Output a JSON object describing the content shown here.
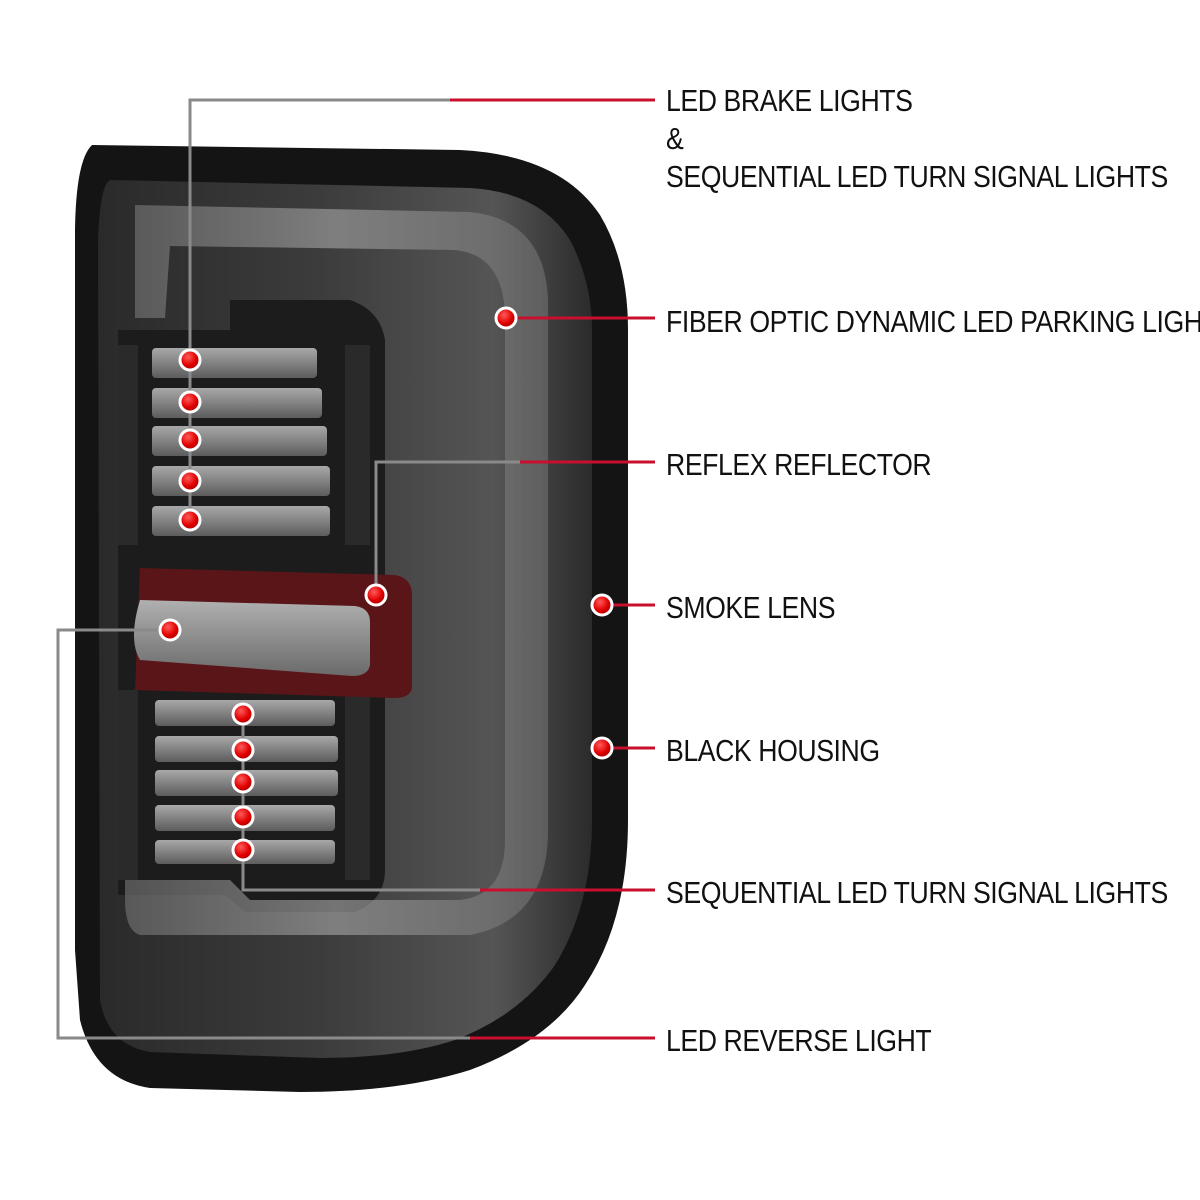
{
  "colors": {
    "leader_red": "#c8102e",
    "leader_grey": "#8a8a8a",
    "dot_red": "#e00000",
    "housing": "#141414",
    "lens_smoke": "#4a4a4a",
    "light_bar": "#8e8e8e",
    "reflector": "#5a1518"
  },
  "callouts": [
    {
      "id": "led-brake-lights",
      "lines": [
        "LED BRAKE LIGHTS",
        "&",
        "SEQUENTIAL LED TURN SIGNAL LIGHTS"
      ]
    },
    {
      "id": "fiber-optic-parking-light",
      "lines": [
        "FIBER OPTIC DYNAMIC LED PARKING LIGHT"
      ]
    },
    {
      "id": "reflex-reflector",
      "lines": [
        "REFLEX REFLECTOR"
      ]
    },
    {
      "id": "smoke-lens",
      "lines": [
        "SMOKE LENS"
      ]
    },
    {
      "id": "black-housing",
      "lines": [
        "BLACK HOUSING"
      ]
    },
    {
      "id": "sequential-turn-signal",
      "lines": [
        "SEQUENTIAL LED TURN SIGNAL LIGHTS"
      ]
    },
    {
      "id": "led-reverse-light",
      "lines": [
        "LED REVERSE LIGHT"
      ]
    }
  ]
}
